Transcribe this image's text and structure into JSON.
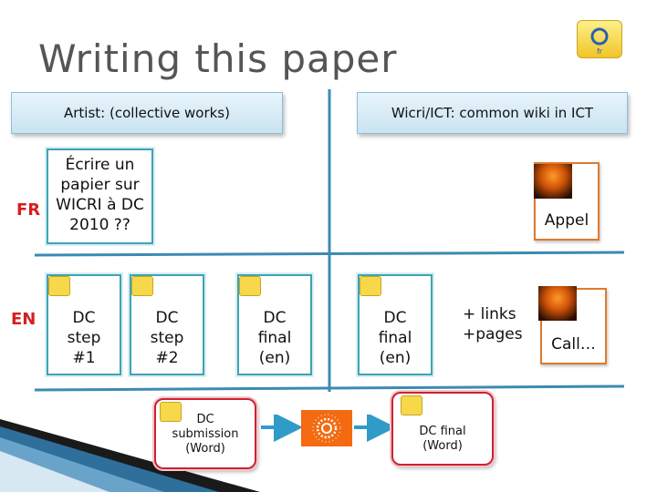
{
  "title": "Writing this paper",
  "headers": {
    "artist": "Artist: (collective works)",
    "wicri": "Wicri/ICT: common wiki in ICT"
  },
  "row_labels": {
    "fr": "FR",
    "en": "EN"
  },
  "fr_box": {
    "lines": [
      "Écrire un",
      "papier sur",
      "WICRI à DC",
      "2010 ??"
    ]
  },
  "appel": {
    "label": "Appel"
  },
  "en_boxes": [
    {
      "lines": [
        "DC",
        "step",
        "#1"
      ]
    },
    {
      "lines": [
        "DC",
        "step",
        "#2"
      ]
    },
    {
      "lines": [
        "DC",
        "final",
        "(en)"
      ]
    },
    {
      "lines": [
        "DC",
        "final",
        "(en)"
      ]
    }
  ],
  "links_text": [
    "+ links",
    "+pages"
  ],
  "call": {
    "label": "Call…"
  },
  "submission": {
    "lines": [
      "DC",
      "submission",
      "(Word)"
    ]
  },
  "final_word": {
    "lines": [
      "DC final",
      "(Word)"
    ]
  },
  "colors": {
    "accent_teal": "#3fa3b3",
    "flow_arrow": "#2f9cc8",
    "orange": "#e07a2c",
    "red": "#cc2233",
    "header_blue": "#c9e3f1"
  },
  "icons": [
    "wicri-logo-icon",
    "photo-thumbnail-icon",
    "sunburst-icon"
  ]
}
